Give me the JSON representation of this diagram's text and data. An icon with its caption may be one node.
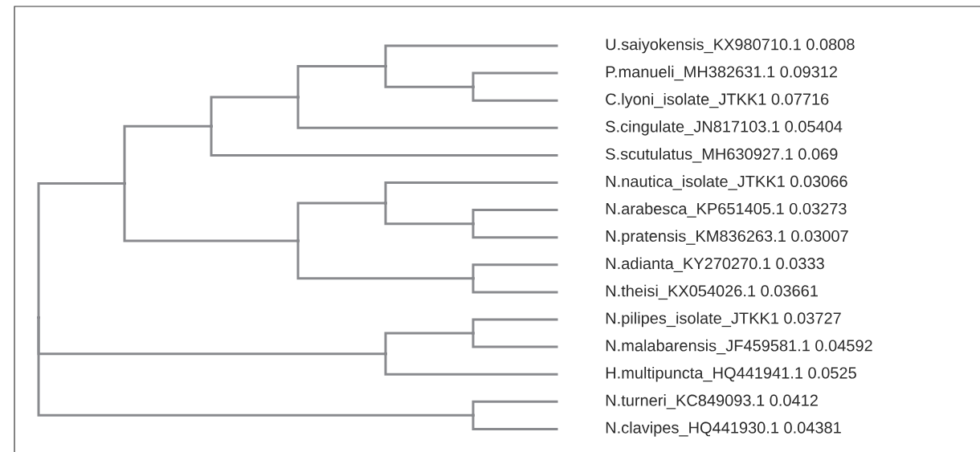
{
  "diagram": {
    "nodes": [
      {
        "text": [
          "U.saiyokensis_KX980710.1 0.0808"
        ]
      },
      {
        "text": [
          "P.manueli_MH382631.1 0.09312"
        ]
      },
      {
        "text": [
          "C.lyoni_isolate_JTKK1 0.07716"
        ]
      },
      {
        "text": [
          "S.cingulate_JN817103.1 0.05404"
        ]
      },
      {
        "text": [
          "S.scutulatus_MH630927.1 0.069"
        ]
      },
      {
        "text": [
          "N.nautica_isolate_JTKK1 0.03066"
        ]
      },
      {
        "text": [
          "N.arabesca_KP651405.1 0.03273"
        ]
      },
      {
        "text": [
          "N.pratensis_KM836263.1 0.03007"
        ]
      },
      {
        "text": [
          "N.adianta_KY270270.1 0.0333"
        ]
      },
      {
        "text": [
          "N.theisi_KX054026.1 0.03661"
        ]
      },
      {
        "text": [
          "N.pilipes_isolate_JTKK1 0.03727"
        ]
      },
      {
        "text": [
          "N.malabarensis_JF459581.1 0.04592"
        ]
      },
      {
        "text": [
          "H.multipuncta_HQ441941.1 0.0525"
        ]
      },
      {
        "text": [
          "N.turneri_KC849093.1 0.0412"
        ]
      },
      {
        "text": [
          "N.clavipes_HQ441930.1 0.04381"
        ]
      },
      {
        "text": [],
        "shape": "point"
      },
      {
        "text": [],
        "shape": "point"
      },
      {
        "text": [],
        "shape": "point"
      },
      {
        "text": [],
        "shape": "point"
      },
      {
        "text": [],
        "shape": "point"
      },
      {
        "text": [],
        "shape": "point"
      },
      {
        "text": [],
        "shape": "point"
      },
      {
        "text": [],
        "shape": "point"
      },
      {
        "text": [],
        "shape": "point"
      },
      {
        "text": [],
        "shape": "point"
      },
      {
        "text": [],
        "shape": "point"
      },
      {
        "text": [],
        "shape": "point"
      },
      {
        "text": [],
        "shape": "point"
      }
    ],
    "edges": [
      {
        "from": 15,
        "to": 16,
        "arrow": "none"
      },
      {
        "from": 15,
        "to": 25,
        "arrow": "none"
      },
      {
        "from": 15,
        "to": 27,
        "arrow": "none"
      },
      {
        "from": 16,
        "to": 17,
        "arrow": "none"
      },
      {
        "from": 16,
        "to": 21,
        "arrow": "none"
      },
      {
        "from": 17,
        "to": 18,
        "arrow": "none"
      },
      {
        "from": 17,
        "to": 4,
        "arrow": "none"
      },
      {
        "from": 18,
        "to": 19,
        "arrow": "none"
      },
      {
        "from": 18,
        "to": 3,
        "arrow": "none"
      },
      {
        "from": 19,
        "to": 0,
        "arrow": "none"
      },
      {
        "from": 19,
        "to": 20,
        "arrow": "none"
      },
      {
        "from": 20,
        "to": 1,
        "arrow": "none"
      },
      {
        "from": 20,
        "to": 2,
        "arrow": "none"
      },
      {
        "from": 21,
        "to": 22,
        "arrow": "none"
      },
      {
        "from": 21,
        "to": 24,
        "arrow": "none"
      },
      {
        "from": 22,
        "to": 5,
        "arrow": "none"
      },
      {
        "from": 22,
        "to": 23,
        "arrow": "none"
      },
      {
        "from": 23,
        "to": 6,
        "arrow": "none"
      },
      {
        "from": 23,
        "to": 7,
        "arrow": "none"
      },
      {
        "from": 24,
        "to": 8,
        "arrow": "none"
      },
      {
        "from": 24,
        "to": 9,
        "arrow": "none"
      },
      {
        "from": 25,
        "to": 26,
        "arrow": "none"
      },
      {
        "from": 25,
        "to": 12,
        "arrow": "none"
      },
      {
        "from": 26,
        "to": 10,
        "arrow": "none"
      },
      {
        "from": 26,
        "to": 11,
        "arrow": "none"
      },
      {
        "from": 27,
        "to": 13,
        "arrow": "none"
      },
      {
        "from": 27,
        "to": 14,
        "arrow": "none"
      }
    ]
  }
}
